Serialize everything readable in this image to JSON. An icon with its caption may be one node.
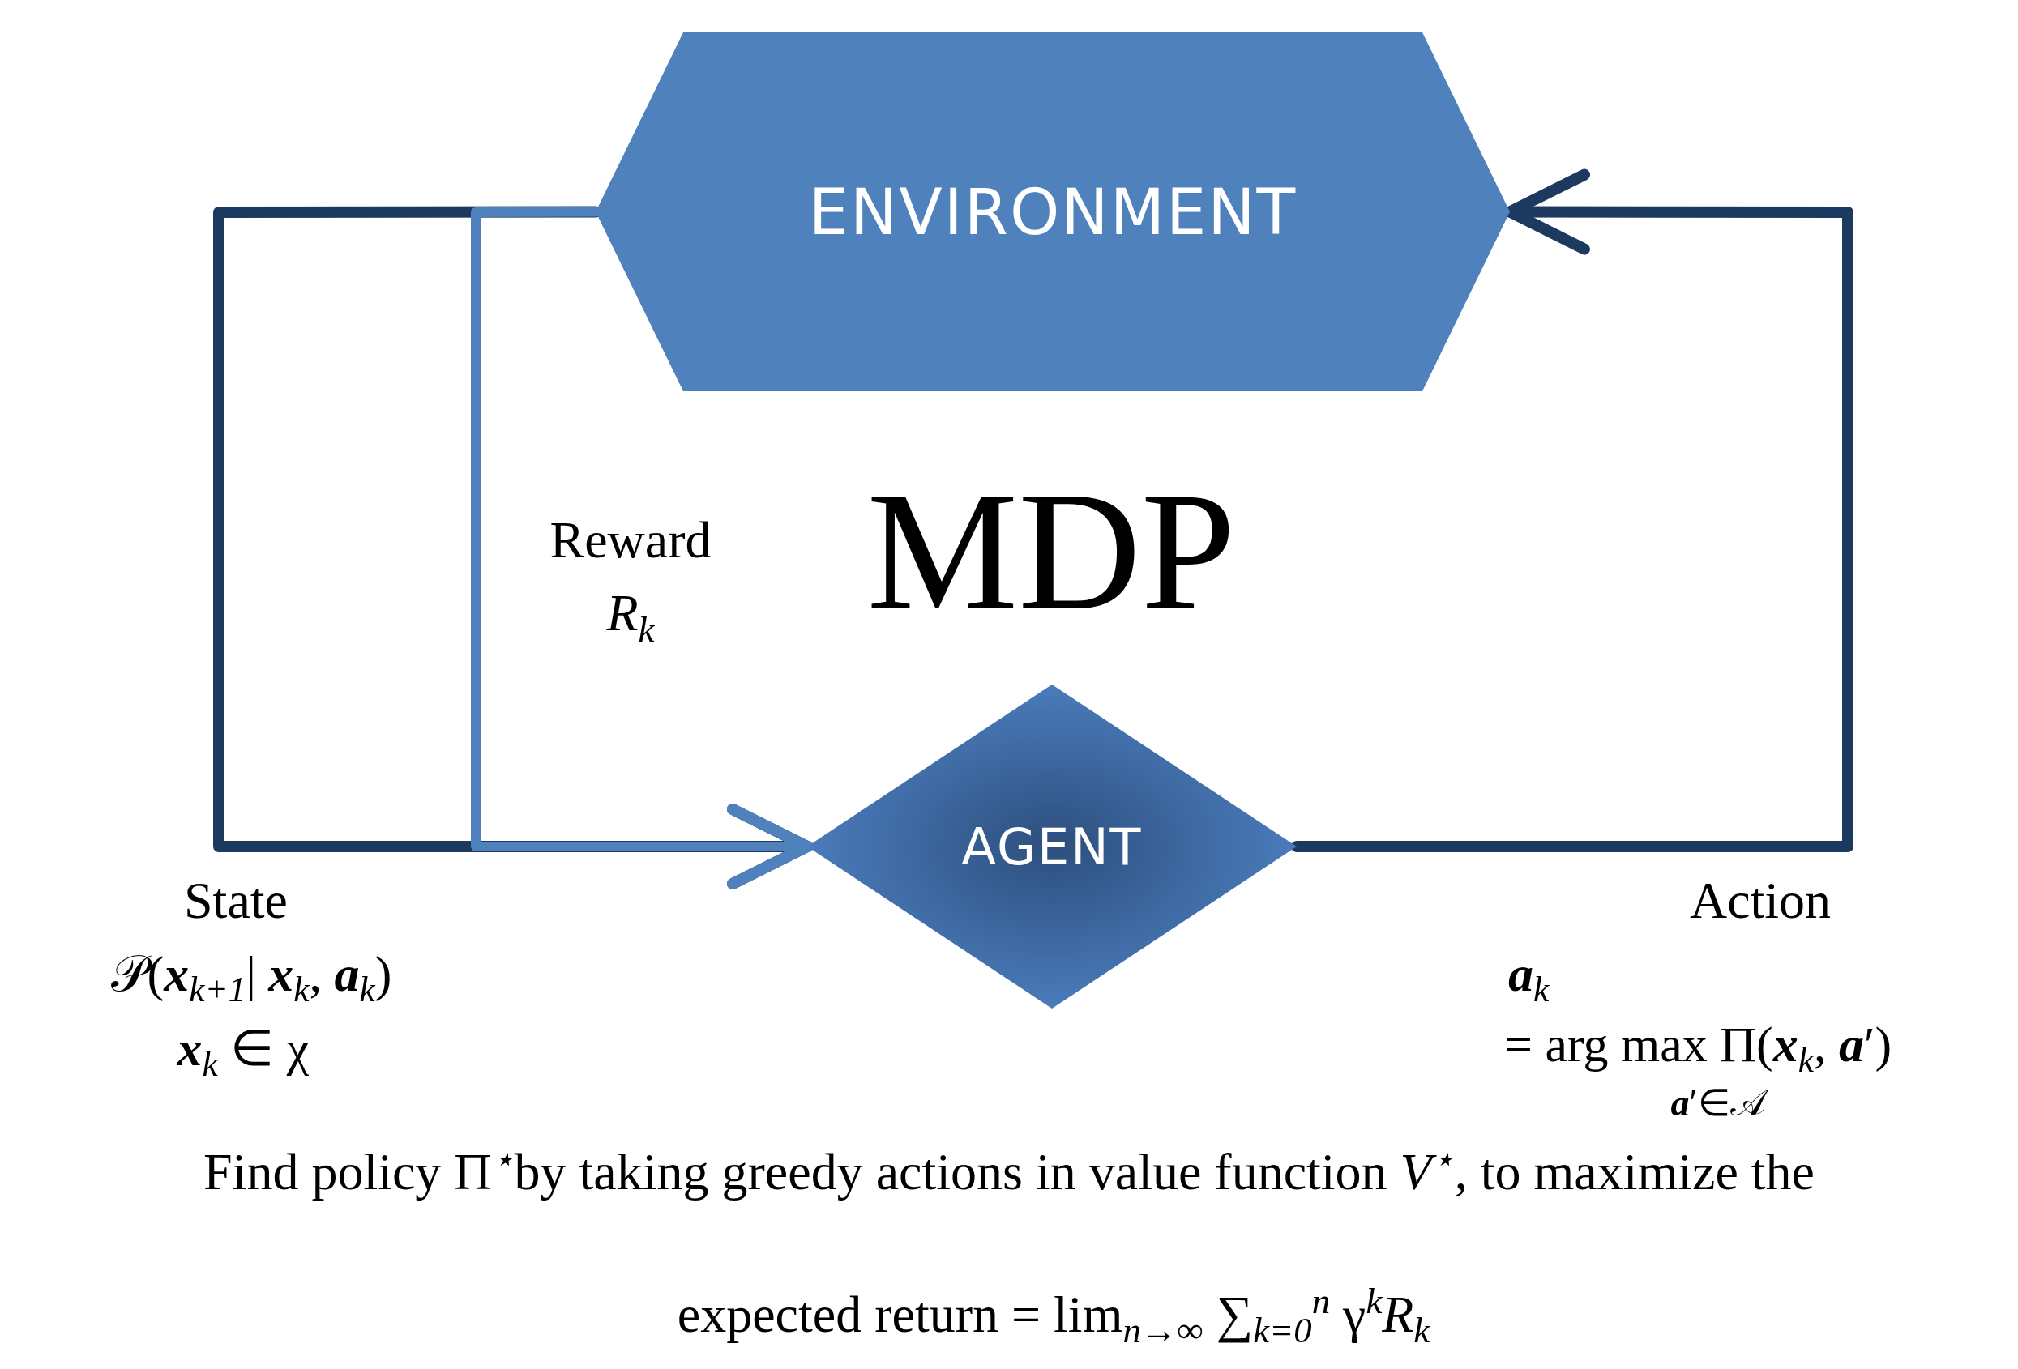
{
  "diagram": {
    "caption": "Find policy Π$^{⋆}$by taking greedy actions in value function *V*$^{⋆}$, to maximize the",
    "nodes": [
      {
        "text": [
          "ENVIRONMENT"
        ]
      },
      {
        "text": [
          "AGENT"
        ]
      }
    ],
    "edges": [
      {
        "from": 0,
        "to": 1,
        "arrow": "to",
        "label": "State"
      },
      {
        "from": 0,
        "to": 1,
        "arrow": "to",
        "label": "Reward",
        "color": "#4f81bd"
      },
      {
        "from": 1,
        "to": 0,
        "arrow": "to",
        "label": "Action"
      }
    ],
    "labels": [
      "MDP",
      "*R*$_{k}$",
      "𝒫(**x**$_{k+1}$| **x**$_{k}$, **a**$_{k}$)",
      "**x**$_{k}$ ∈ χ",
      "**a**$_{k}$",
      "= arg max Π(**x**$_{k}$, **a**′)",
      "**a**′∈𝒜",
      "expected return = lim$_{n→∞}$ ∑$_{k=0}$$^{n}$ γ$^{k}$*R*$_{k}$"
    ]
  }
}
